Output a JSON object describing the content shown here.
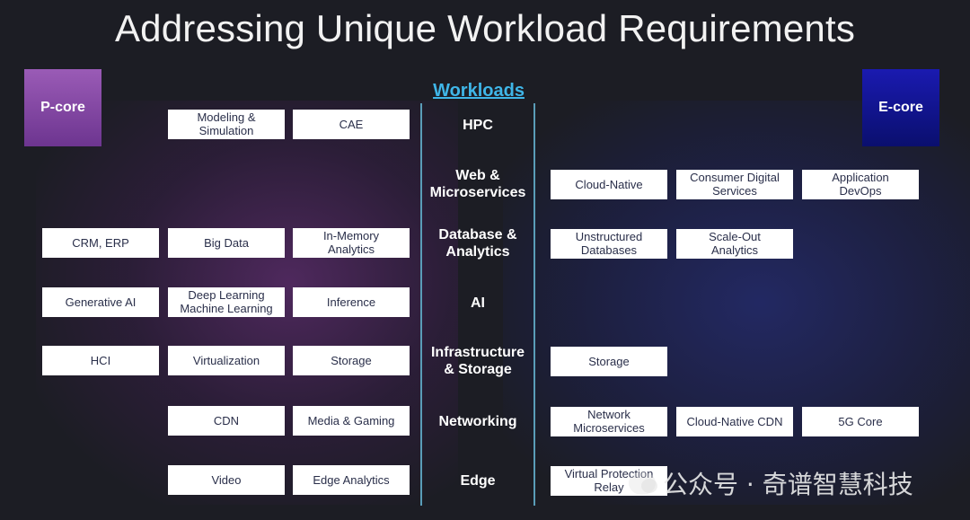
{
  "title": "Addressing Unique Workload Requirements",
  "p_core": "P-core",
  "e_core": "E-core",
  "workloads_header": "Workloads",
  "rows": [
    {
      "workload": "HPC",
      "p": [
        "",
        "Modeling &\nSimulation",
        "CAE"
      ],
      "e": [
        "",
        "",
        ""
      ]
    },
    {
      "workload": "Web &\nMicroservices",
      "p": [
        "",
        "",
        ""
      ],
      "e": [
        "Cloud-Native",
        "Consumer Digital\nServices",
        "Application\nDevOps"
      ]
    },
    {
      "workload": "Database &\nAnalytics",
      "p": [
        "CRM, ERP",
        "Big Data",
        "In-Memory\nAnalytics"
      ],
      "e": [
        "Unstructured\nDatabases",
        "Scale-Out\nAnalytics",
        ""
      ]
    },
    {
      "workload": "AI",
      "p": [
        "Generative AI",
        "Deep Learning\nMachine Learning",
        "Inference"
      ],
      "e": [
        "",
        "",
        ""
      ]
    },
    {
      "workload": "Infrastructure\n& Storage",
      "p": [
        "HCI",
        "Virtualization",
        "Storage"
      ],
      "e": [
        "Storage",
        "",
        ""
      ]
    },
    {
      "workload": "Networking",
      "p": [
        "",
        "CDN",
        "Media & Gaming"
      ],
      "e": [
        "Network\nMicroservices",
        "Cloud-Native CDN",
        "5G Core"
      ]
    },
    {
      "workload": "Edge",
      "p": [
        "",
        "Video",
        "Edge Analytics"
      ],
      "e": [
        "Virtual Protection\nRelay",
        "",
        ""
      ]
    }
  ],
  "watermark": "公众号 · 奇谱智慧科技"
}
